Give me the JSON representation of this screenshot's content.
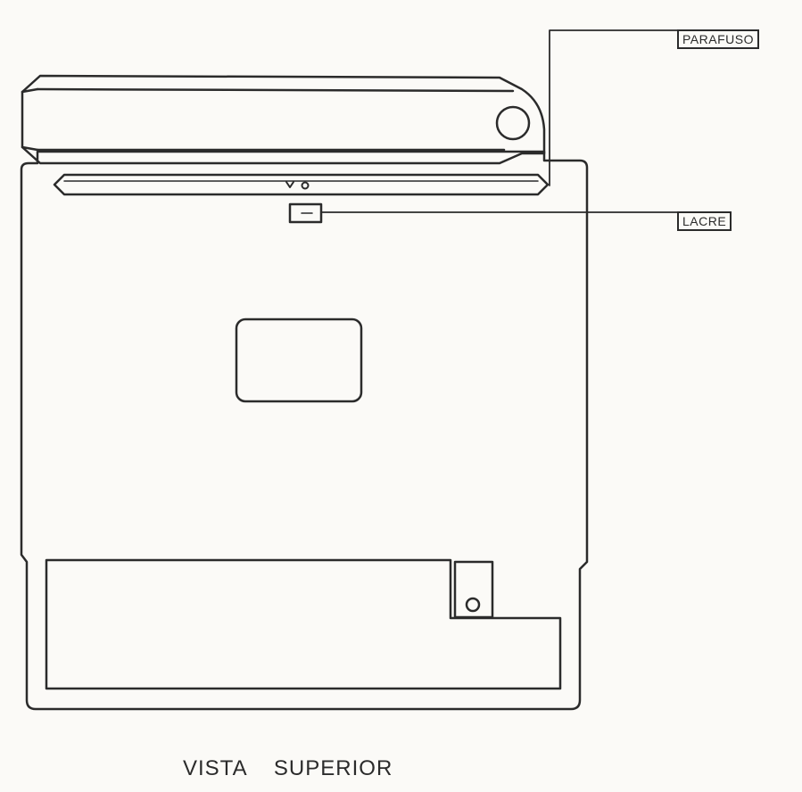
{
  "labels": {
    "parafuso": "PARAFUSO",
    "lacre": "LACRE"
  },
  "caption": {
    "word1": "VISTA",
    "word2": "SUPERIOR"
  },
  "colors": {
    "line": "#2b2b2b",
    "paper": "#fbfaf7"
  }
}
